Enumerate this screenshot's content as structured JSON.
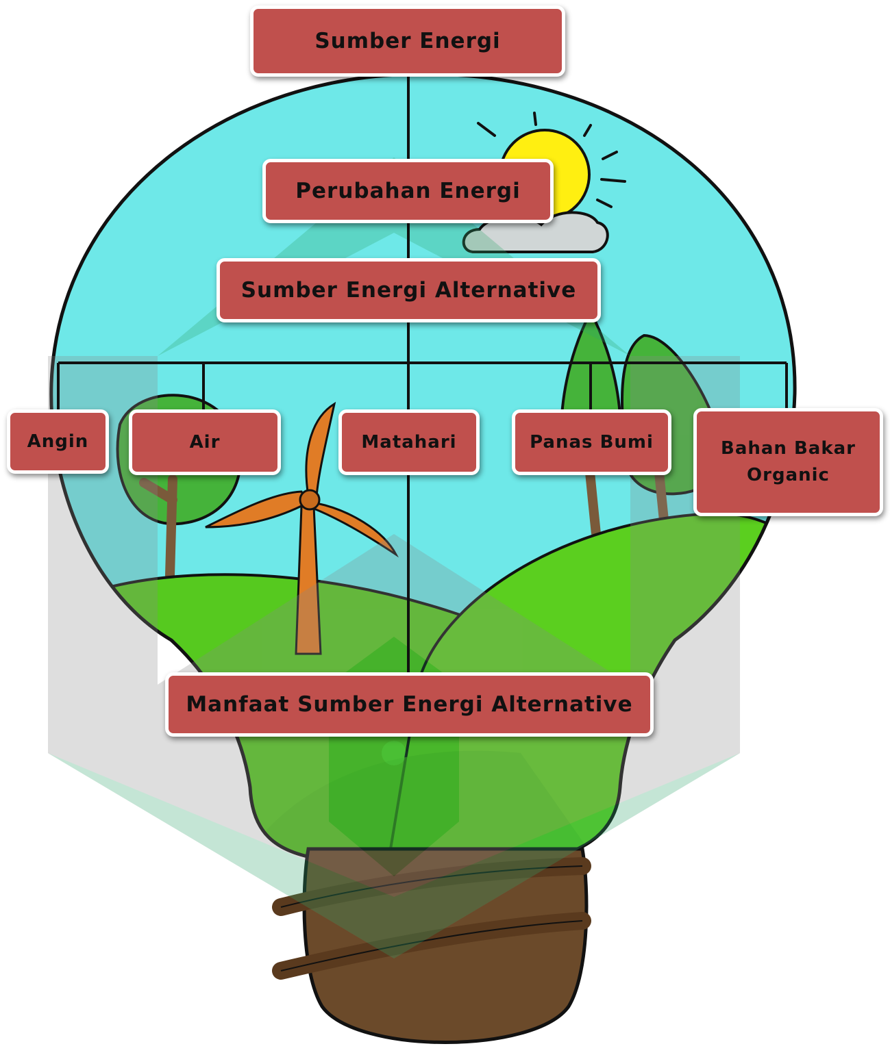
{
  "diagram": {
    "root": "Sumber Energi",
    "level_2": "Perubahan Energi",
    "level_3": "Sumber Energi Alternative",
    "sources": [
      "Angin",
      "Air",
      "Matahari",
      "Panas Bumi",
      "Bahan Bakar Organic"
    ],
    "bottom": "Manfaat Sumber Energi Alternative"
  },
  "colors": {
    "node_fill": "#c0504d",
    "node_border": "#ffffff",
    "connector": "#111111",
    "sky": "#6ee8e8",
    "hill_green": "#5bcf1f",
    "tree_green": "#45b33a",
    "trunk_brown": "#7a5a3a",
    "sun_yellow": "#ffef11",
    "turbine_orange": "#e07c26",
    "bulb_base_brown": "#6b4a2a",
    "watermark_green": "#2ea66a"
  },
  "artwork": {
    "illustration": "light-bulb-with-landscape",
    "watermark": "institution-logo-watermark"
  }
}
